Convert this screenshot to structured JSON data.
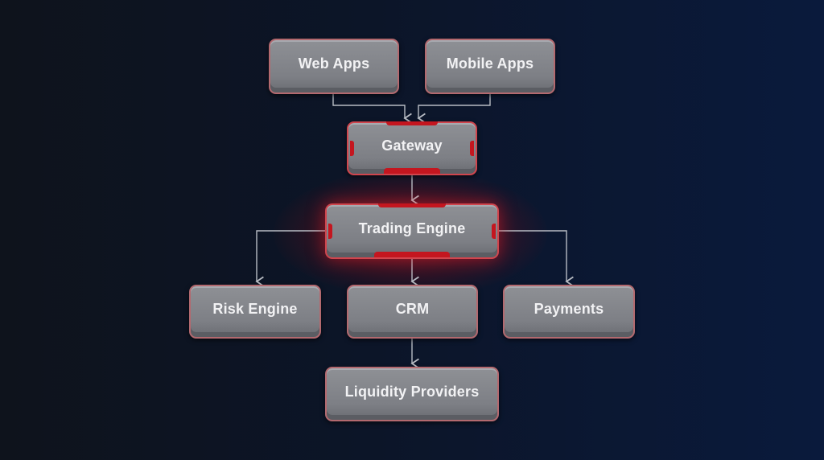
{
  "nodes": {
    "web_apps": "Web Apps",
    "mobile_apps": "Mobile Apps",
    "gateway": "Gateway",
    "trading_engine": "Trading Engine",
    "risk_engine": "Risk Engine",
    "crm": "CRM",
    "payments": "Payments",
    "liquidity_providers": "Liquidity Providers"
  },
  "colors": {
    "accent": "#c4161f",
    "node": "#85878c",
    "background": "#0c1528",
    "connector": "#b8bcc4"
  }
}
